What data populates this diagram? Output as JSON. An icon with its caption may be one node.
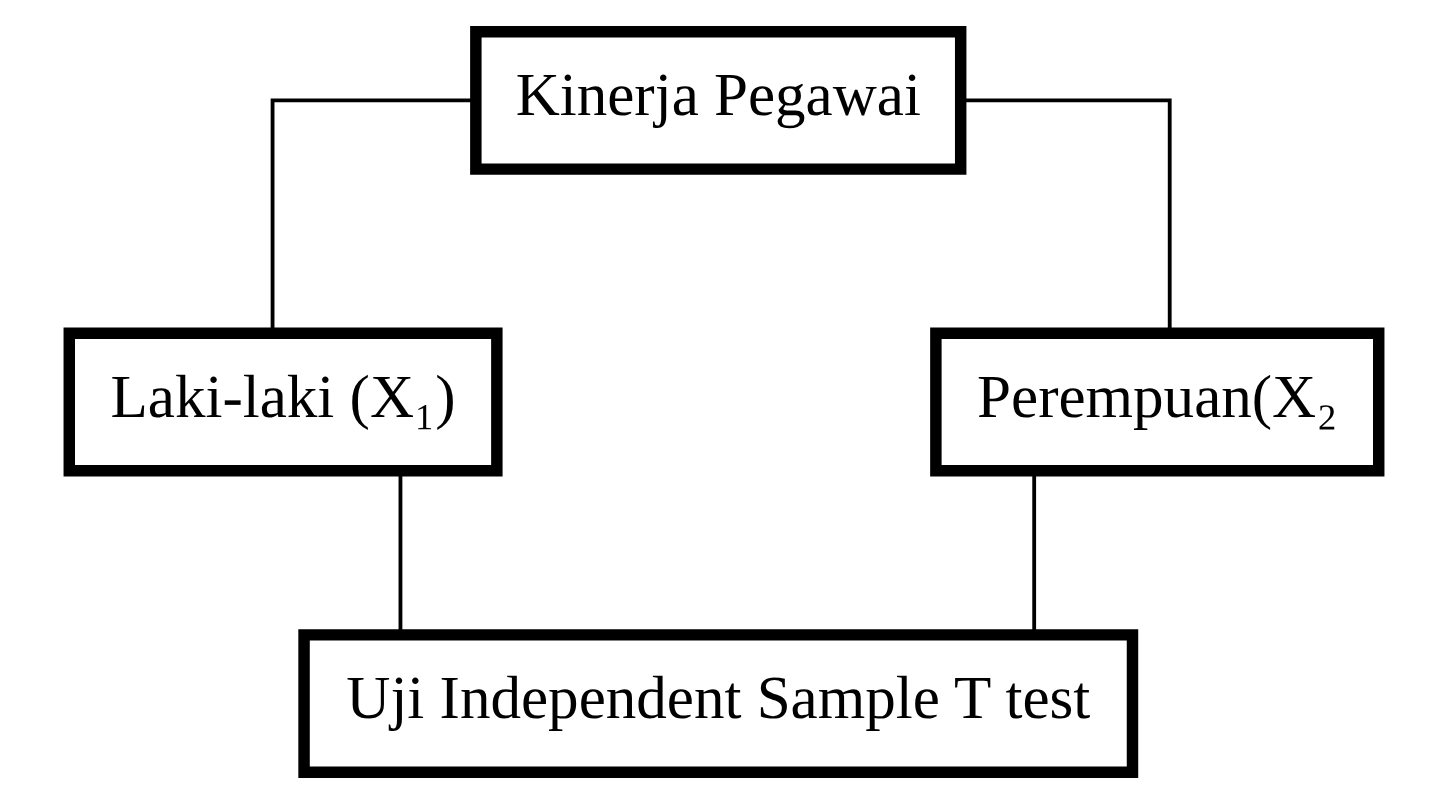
{
  "diagram": {
    "nodes": [
      {
        "text": [
          "Kinerja Pegawai"
        ]
      },
      {
        "text": [
          "Laki-laki (X₁)"
        ]
      },
      {
        "text": [
          "Perempuan(X₂"
        ]
      },
      {
        "text": [
          "Uji Independent Sample T test"
        ]
      }
    ],
    "edges": [
      {
        "from": 0,
        "to": 1,
        "arrow": "none"
      },
      {
        "from": 0,
        "to": 2,
        "arrow": "none"
      },
      {
        "from": 1,
        "to": 3,
        "arrow": "none"
      },
      {
        "from": 2,
        "to": 3,
        "arrow": "none"
      }
    ]
  }
}
